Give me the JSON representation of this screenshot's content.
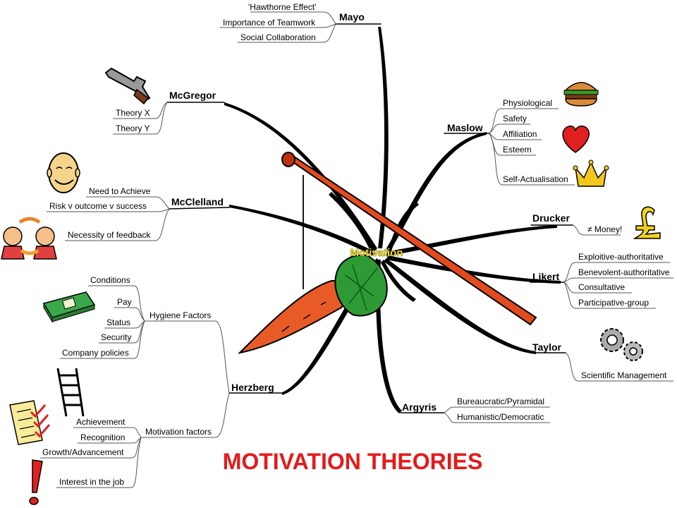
{
  "center": "Motivation",
  "title": "MOTIVATION THEORIES",
  "colors": {
    "title": "#e41a1a",
    "center_text": "#f2dc1e",
    "stick": "#e34a1d",
    "carrot": "#e85b26",
    "leaves": "#2e9a35"
  },
  "theorists": {
    "mayo": {
      "name": "Mayo",
      "items": [
        "'Hawthorne Effect'",
        "Importance of Teamwork",
        "Social Collaboration"
      ]
    },
    "mcgregor": {
      "name": "McGregor",
      "items": [
        "Theory X",
        "Theory Y"
      ]
    },
    "mcclelland": {
      "name": "McClelland",
      "items": [
        "Need to Achieve",
        "Risk v outcome v success",
        "Necessity of feedback"
      ]
    },
    "maslow": {
      "name": "Maslow",
      "items": [
        "Physiological",
        "Safety",
        "Affiliation",
        "Esteem",
        "Self-Actualisation"
      ]
    },
    "drucker": {
      "name": "Drucker",
      "items": [
        "≠ Money!"
      ]
    },
    "likert": {
      "name": "Likert",
      "items": [
        "Exploitive-authoritative",
        "Benevolent-authoritative",
        "Consultative",
        "Participative-group"
      ]
    },
    "taylor": {
      "name": "Taylor",
      "items": [
        "Scientific Management"
      ]
    },
    "argyris": {
      "name": "Argyris",
      "items": [
        "Bureaucratic/Pyramidal",
        "Humanistic/Democratic"
      ]
    },
    "herzberg": {
      "name": "Herzberg",
      "hygiene": {
        "label": "Hygiene Factors",
        "items": [
          "Conditions",
          "Pay",
          "Status",
          "Security",
          "Company policies"
        ]
      },
      "motivation": {
        "label": "Motivation factors",
        "items": [
          "Achievement",
          "Recognition",
          "Growth/Advancement",
          "Interest in the job"
        ]
      }
    }
  },
  "icons": [
    "pistol-icon",
    "smiling-face-icon",
    "people-exchange-icon",
    "money-stack-icon",
    "ladder-icon",
    "checklist-icon",
    "exclamation-icon",
    "burger-icon",
    "heart-icon",
    "crown-icon",
    "pound-sign-icon",
    "gears-icon",
    "carrot-stick-icon"
  ]
}
